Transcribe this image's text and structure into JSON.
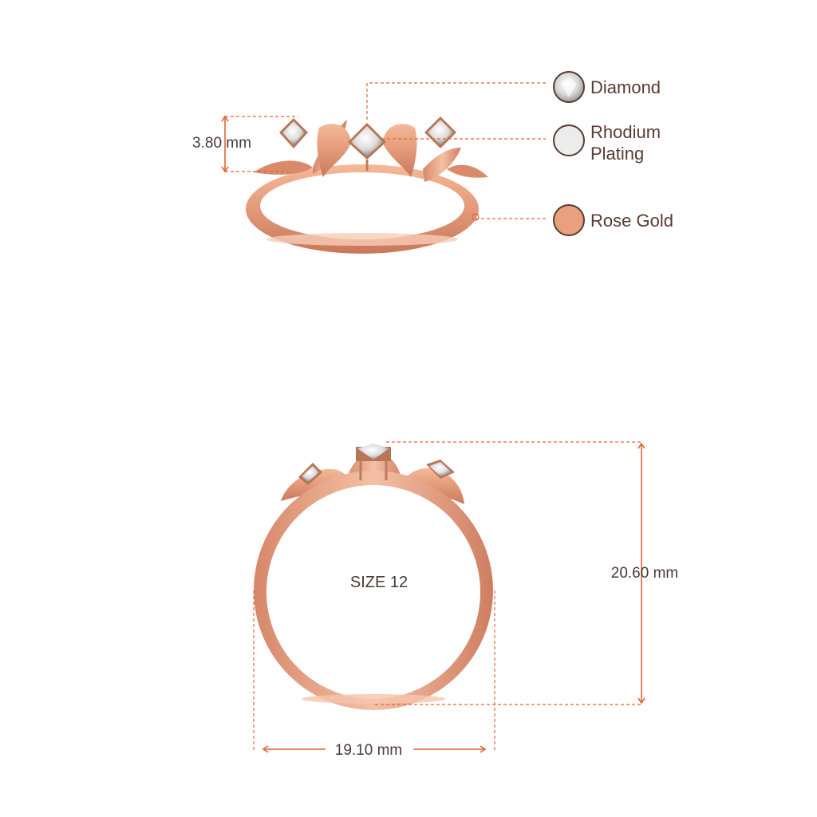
{
  "legend": {
    "items": [
      {
        "name": "diamond",
        "label": "Diamond",
        "color": "#f2f2f2"
      },
      {
        "name": "rhodium",
        "label_line1": "Rhodium",
        "label_line2": "Plating",
        "color": "#ececec"
      },
      {
        "name": "rose-gold",
        "label": "Rose Gold",
        "color": "#e8a07e"
      }
    ]
  },
  "dimensions": {
    "setting_height": "3.80 mm",
    "ring_height": "20.60 mm",
    "ring_width": "19.10 mm",
    "ring_size": "SIZE 12"
  },
  "colors": {
    "accent": "#e0663a",
    "rose_gold": "#e8a07e",
    "rose_gold_dark": "#c97656",
    "rose_gold_light": "#f6c6ad",
    "text": "#5a3a32"
  }
}
